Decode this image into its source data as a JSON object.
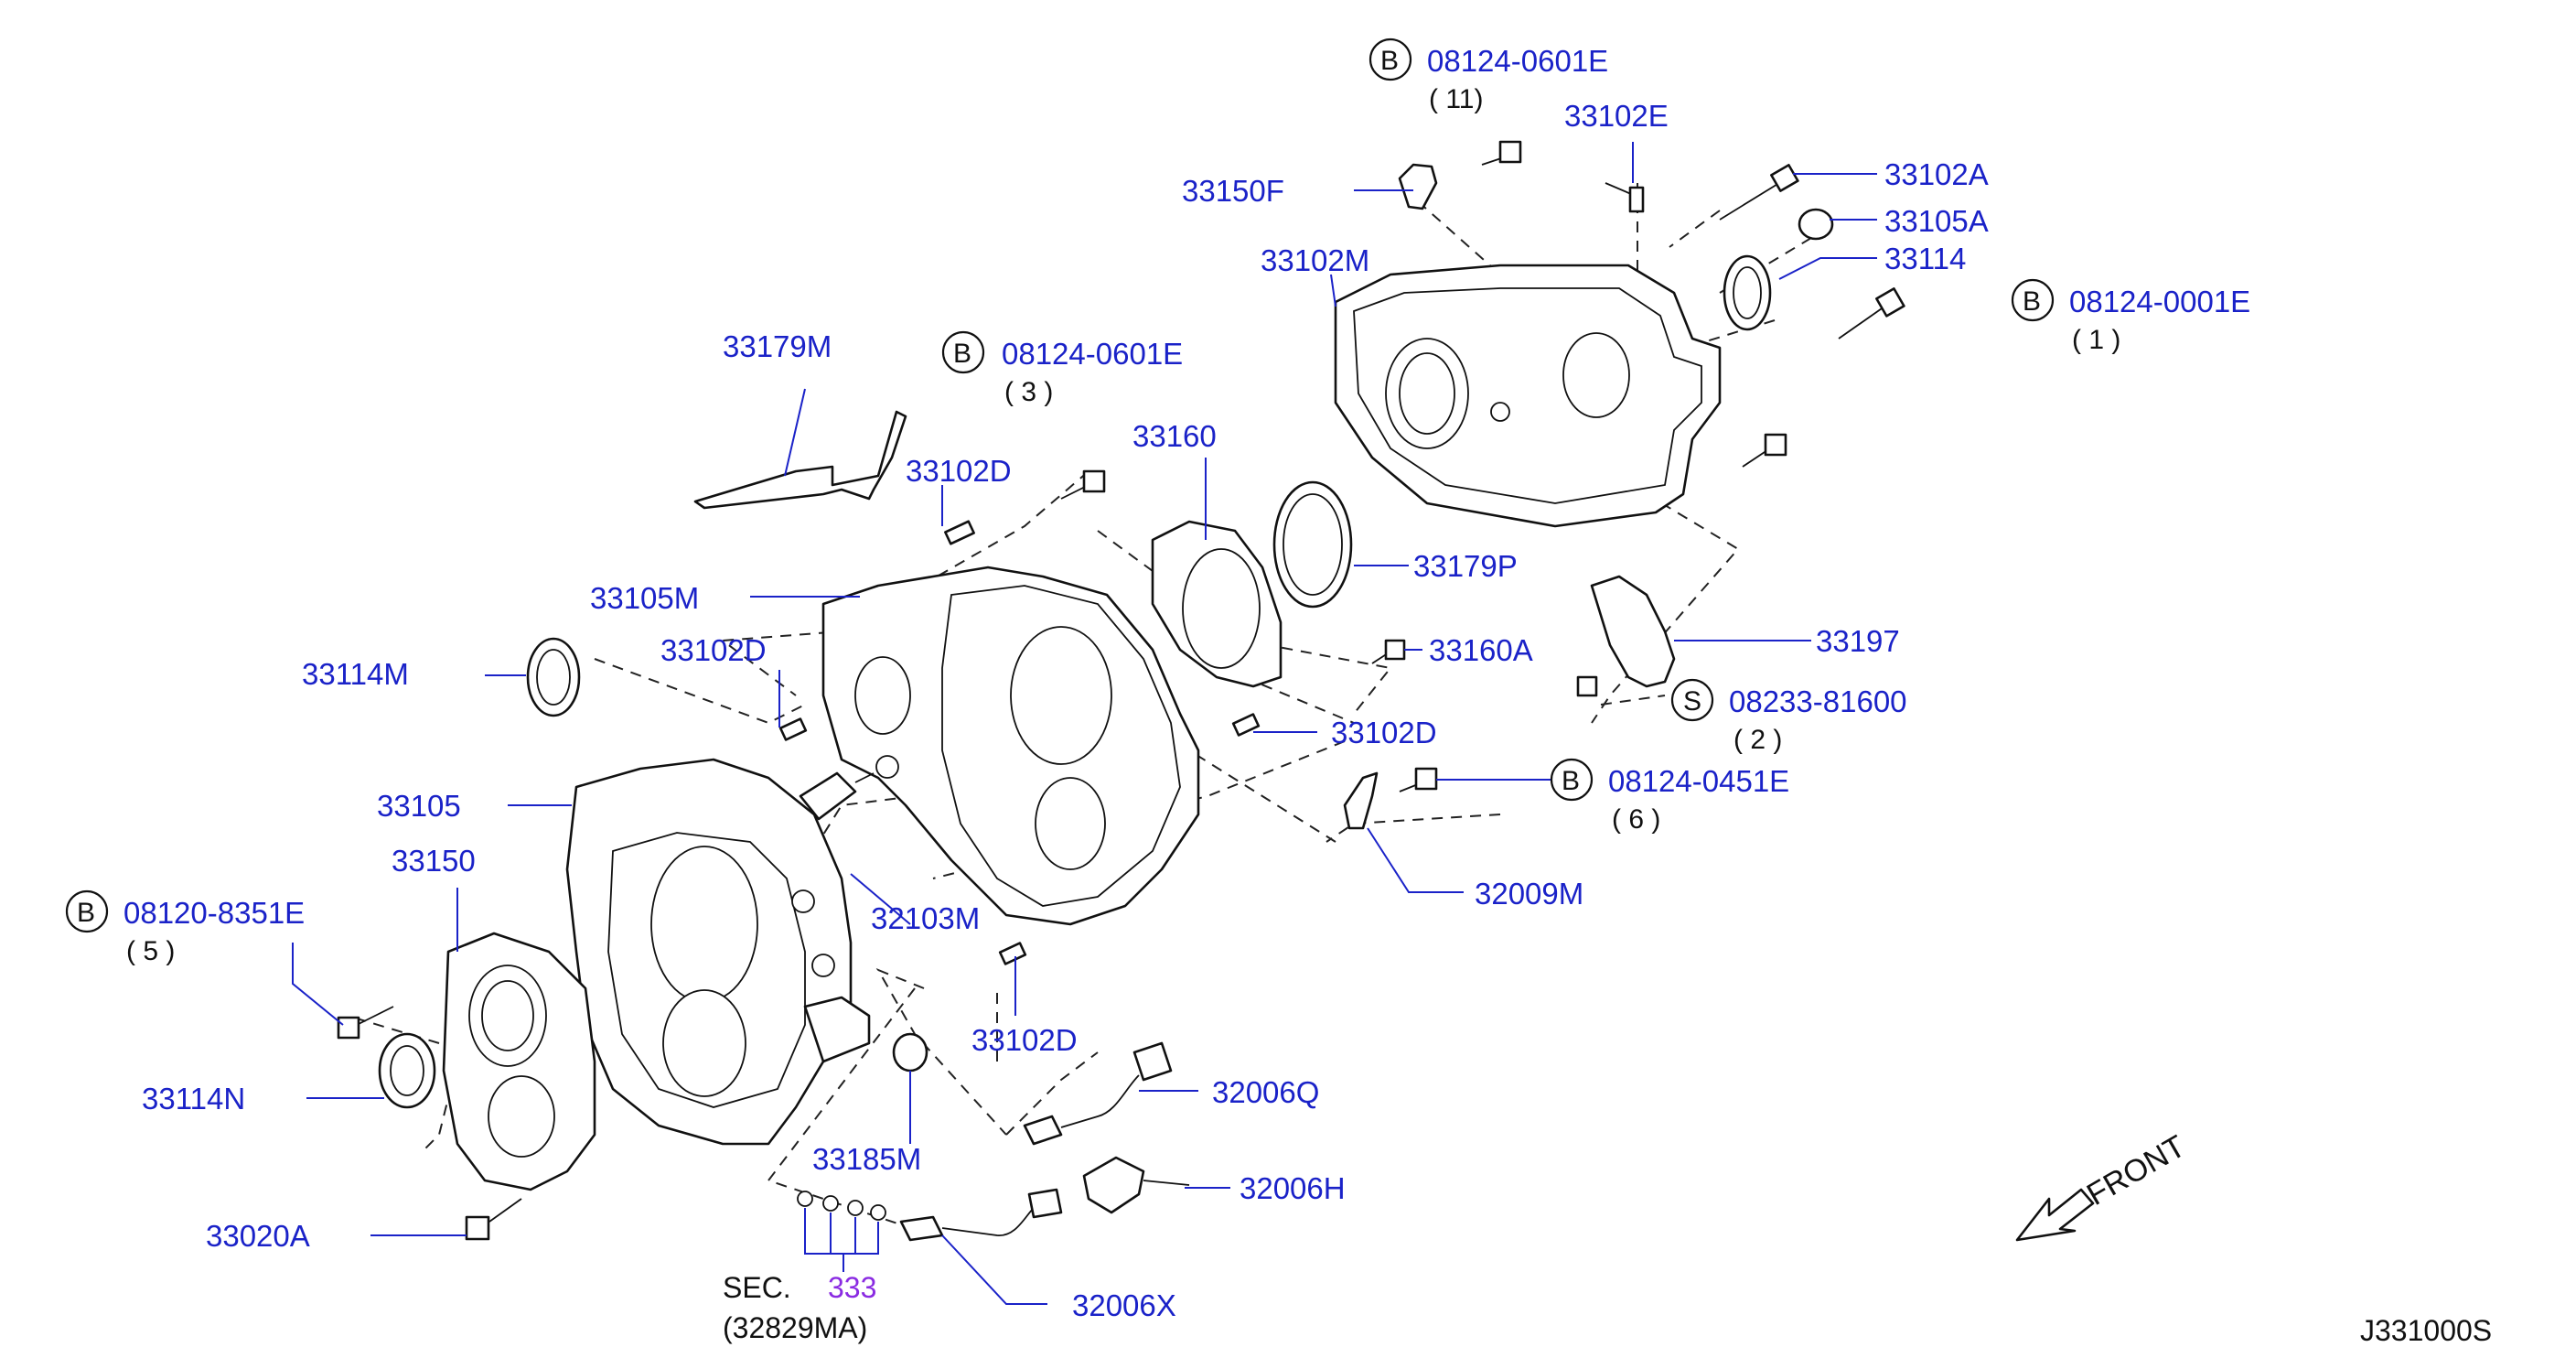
{
  "diagram": {
    "ref_code": "J331000S",
    "front_label": "FRONT",
    "section_ref": {
      "prefix": "SEC.",
      "number": "333",
      "sub": "(32829MA)"
    },
    "bolt_refs": [
      {
        "id": "b1",
        "letter": "B",
        "code": "08124-0601E",
        "qty": "( 11)"
      },
      {
        "id": "b2",
        "letter": "B",
        "code": "08124-0601E",
        "qty": "( 3 )"
      },
      {
        "id": "b3",
        "letter": "B",
        "code": "08124-0001E",
        "qty": "( 1 )"
      },
      {
        "id": "b4",
        "letter": "B",
        "code": "08124-0451E",
        "qty": "( 6 )"
      },
      {
        "id": "b5",
        "letter": "B",
        "code": "08120-8351E",
        "qty": "( 5 )"
      },
      {
        "id": "s1",
        "letter": "S",
        "code": "08233-81600",
        "qty": "( 2 )"
      }
    ],
    "parts": [
      "33150F",
      "33102E",
      "33102A",
      "33105A",
      "33114",
      "33102M",
      "33179M",
      "33160",
      "33102D",
      "33105M",
      "33179P",
      "33197",
      "33114M",
      "33102D",
      "33160A",
      "33102D",
      "33105",
      "32009M",
      "33150",
      "32103M",
      "33102D",
      "33114N",
      "32006Q",
      "33185M",
      "32006H",
      "33020A",
      "32006X"
    ]
  }
}
